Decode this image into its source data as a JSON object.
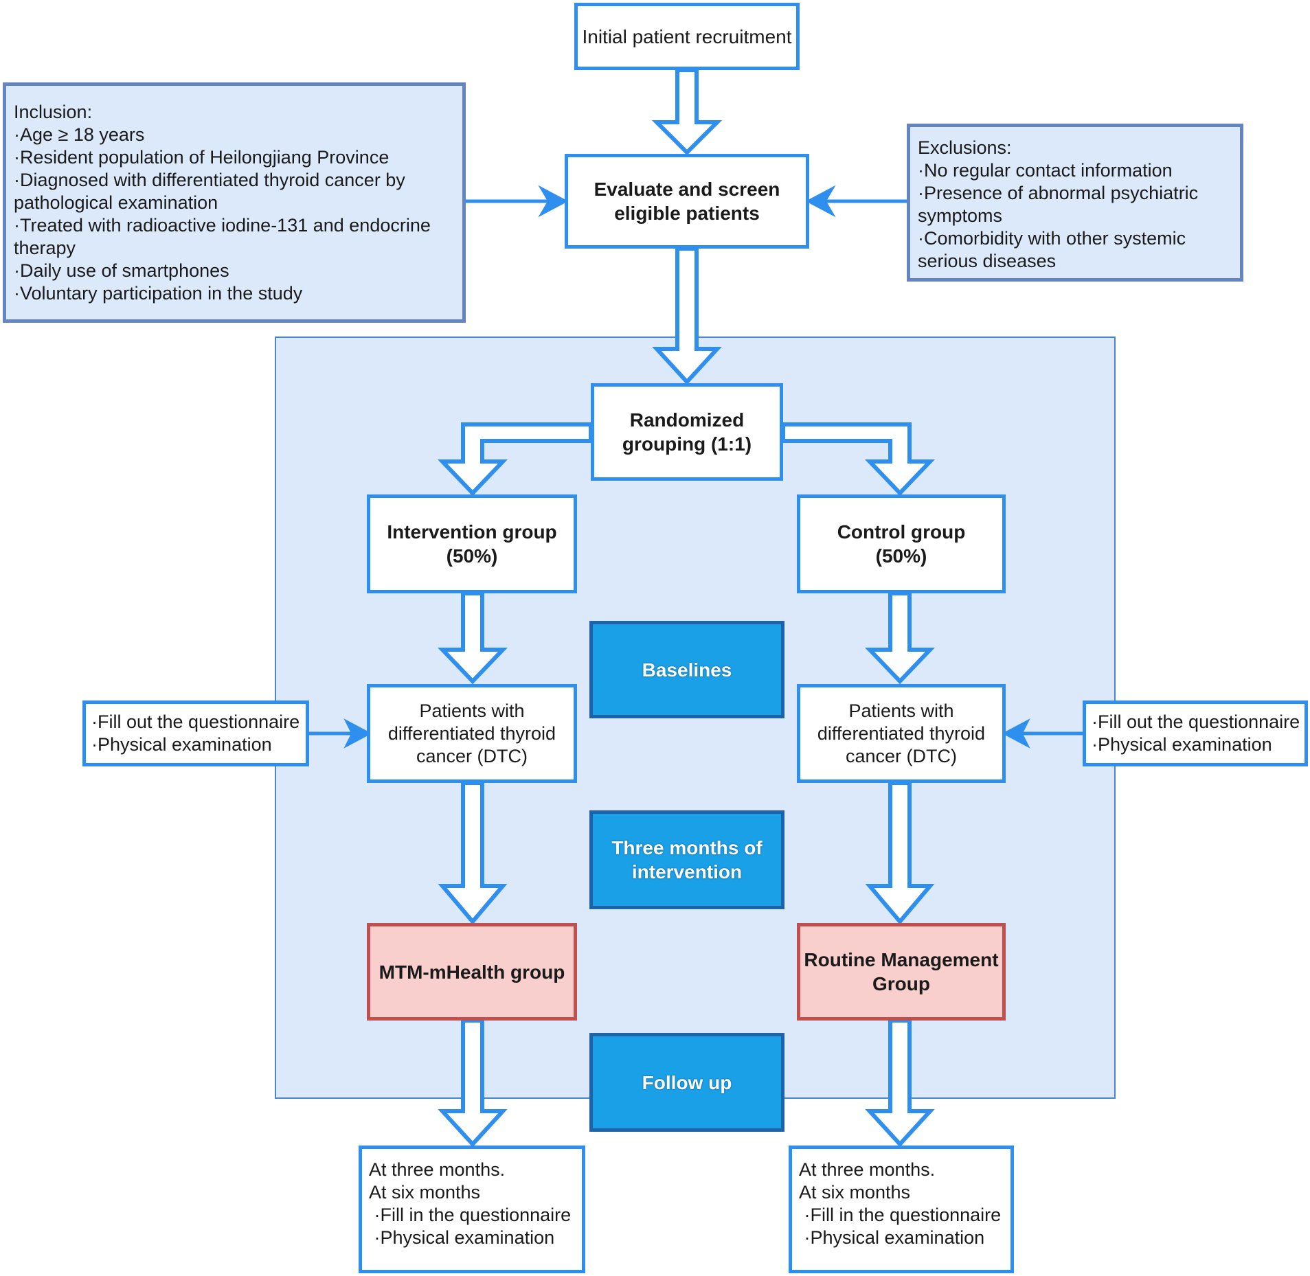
{
  "initial": "Initial patient recruitment",
  "evaluate": [
    "Evaluate and screen",
    "eligible patients"
  ],
  "inclusion": {
    "lines": [
      "Inclusion:",
      "·Age ≥ 18 years",
      "·Resident population of Heilongjiang Province",
      "·Diagnosed with differentiated thyroid cancer by",
      "pathological examination",
      "·Treated with radioactive iodine-131 and endocrine",
      "therapy",
      "·Daily use of smartphones",
      "·Voluntary participation in the study"
    ]
  },
  "exclusion": {
    "lines": [
      "Exclusions:",
      "·No regular contact information",
      "·Presence of abnormal psychiatric",
      "symptoms",
      "·Comorbidity with other systemic",
      "serious diseases"
    ]
  },
  "randomized": [
    "Randomized",
    "grouping (1:1)"
  ],
  "intervention_group": [
    "Intervention group",
    "(50%)"
  ],
  "control_group": [
    "Control group",
    "(50%)"
  ],
  "dtc_left": [
    "Patients with",
    "differentiated thyroid",
    "cancer (DTC)"
  ],
  "dtc_right": [
    "Patients with",
    "differentiated thyroid",
    "cancer (DTC)"
  ],
  "fill_left": [
    "·Fill out the questionnaire",
    "·Physical examination"
  ],
  "fill_right": [
    "·Fill out the questionnaire",
    "·Physical examination"
  ],
  "phases": {
    "baselines": "Baselines",
    "intervention": [
      "Three months of",
      "intervention"
    ],
    "follow_up": "Follow up"
  },
  "mtm_group": "MTM-mHealth group",
  "routine_group": [
    "Routine Management",
    "Group"
  ],
  "followup_left": [
    "At three months.",
    "At six months",
    " ·Fill in the questionnaire",
    " ·Physical examination"
  ],
  "followup_right": [
    "At three months.",
    "At six months",
    " ·Fill in the questionnaire",
    " ·Physical examination"
  ],
  "colors": {
    "box_border": "#2f8fef",
    "panel_fill": "#dbe9fb",
    "phase_fill": "#1aa0e6",
    "outcome_fill": "#f8cfcc",
    "outcome_border": "#c0504d"
  }
}
